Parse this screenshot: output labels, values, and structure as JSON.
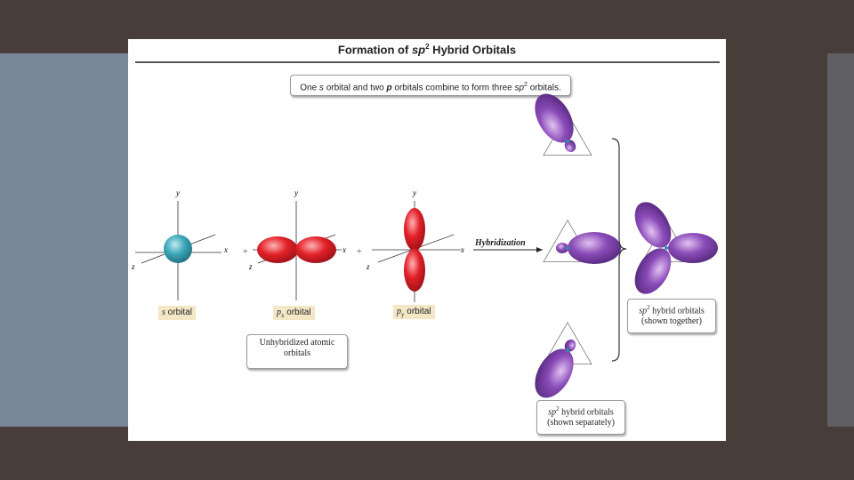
{
  "title": {
    "prefix": "Formation of ",
    "sp": "sp",
    "sup": "2",
    "suffix": " Hybrid Orbitals"
  },
  "intro": {
    "t1": "One ",
    "s": "s",
    "t2": " orbital and two ",
    "p": "p",
    "t3": " orbitals combine to form three ",
    "sp": "sp",
    "sup": "2",
    "t4": " orbitals."
  },
  "axes": {
    "x": "x",
    "y": "y",
    "z": "z"
  },
  "operators": {
    "plus1": "+",
    "plus2": "+"
  },
  "labels": {
    "s_letter": "s",
    "s_word": " orbital",
    "px_p": "p",
    "px_sub": "x",
    "px_word": " orbital",
    "py_p": "p",
    "py_sub": "y",
    "py_word": " orbital"
  },
  "unhybridized": {
    "line1": "Unhybridized atomic",
    "line2": "orbitals"
  },
  "arrow_label": "Hybridization",
  "together": {
    "sp": "sp",
    "sup": "2",
    "rest": " hybrid orbitals",
    "line2": "(shown together)"
  },
  "separately": {
    "sp": "sp",
    "sup": "2",
    "rest": " hybrid orbitals",
    "line2": "(shown separately)"
  },
  "colors": {
    "s_orbital": "#3aa6b8",
    "p_orbital": "#e32129",
    "hybrid": "#8a4bb8",
    "label_bg": "#f3e7c6",
    "background": "#473d39"
  }
}
